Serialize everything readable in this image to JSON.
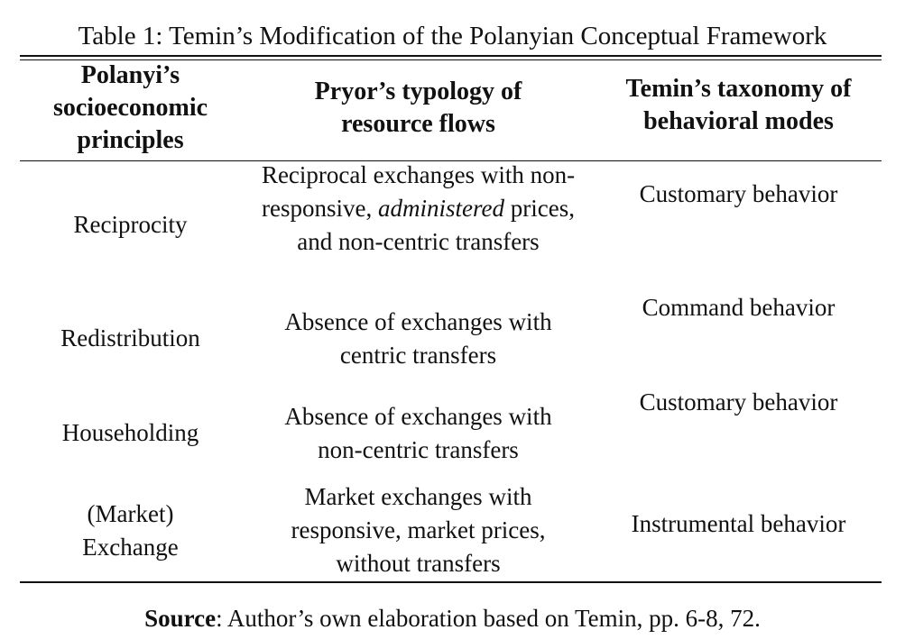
{
  "caption": "Table 1: Temin’s Modification of the Polanyian Conceptual Framework",
  "headers": {
    "col1": [
      "Polanyi’s",
      "socioeconomic",
      "principles"
    ],
    "col2": [
      "Pryor’s typology of",
      "resource flows"
    ],
    "col3": [
      "Temin’s taxonomy of",
      "behavioral modes"
    ]
  },
  "rows": [
    {
      "principle": [
        "Reciprocity"
      ],
      "flow_pre": "Reciprocal exchanges with non-responsive, ",
      "flow_em": "administered",
      "flow_post": " prices, and non-centric transfers",
      "behavior": "Customary behavior"
    },
    {
      "principle": [
        "Redistribution"
      ],
      "flow": [
        "Absence of exchanges with",
        "centric transfers"
      ],
      "behavior": "Command behavior"
    },
    {
      "principle": [
        "Householding"
      ],
      "flow": [
        "Absence of exchanges with",
        "non-centric transfers"
      ],
      "behavior": "Customary behavior"
    },
    {
      "principle": [
        "(Market)",
        "Exchange"
      ],
      "flow": [
        "Market exchanges with",
        "responsive, market prices,",
        "without transfers"
      ],
      "behavior": "Instrumental behavior"
    }
  ],
  "source": {
    "label": "Source",
    "text": ": Author’s own elaboration based on Temin, pp. 6-8, 72."
  }
}
